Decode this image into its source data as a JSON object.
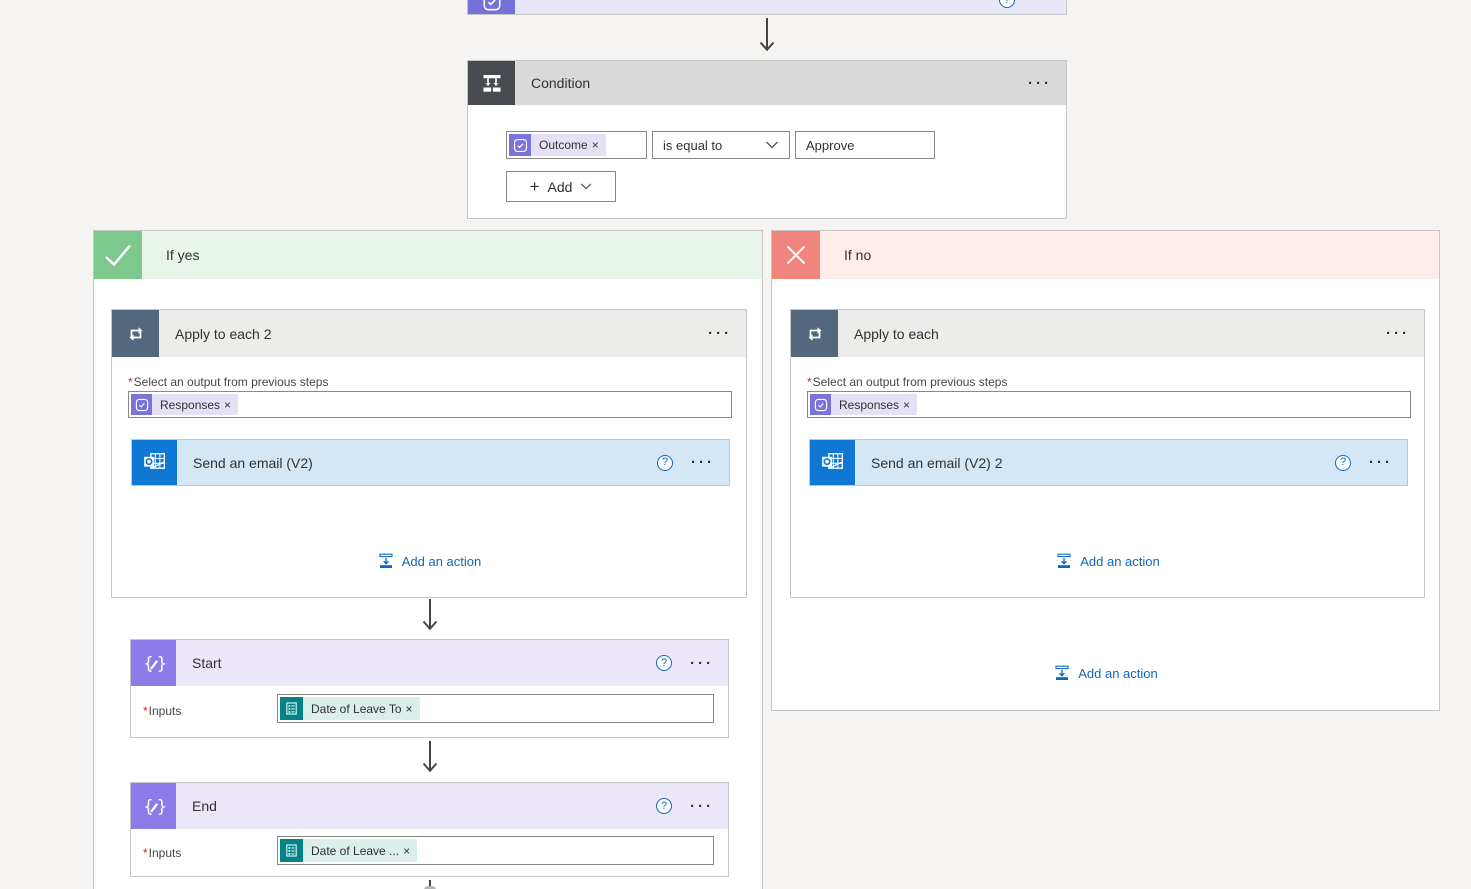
{
  "icons": {
    "plus": "+",
    "ellipsis": "···",
    "help": "?",
    "remove": "×"
  },
  "trigger_card": {
    "help": "?"
  },
  "condition_card": {
    "title": "Condition",
    "menu": "···",
    "operand_token": "Outcome",
    "operand_remove": "×",
    "operator_value": "is equal to",
    "value": "Approve",
    "add_label": "Add"
  },
  "if_yes": {
    "label": "If yes",
    "apply_card": {
      "title": "Apply to each 2",
      "menu": "···",
      "required": "*",
      "select_label": "Select an output from previous steps",
      "token": "Responses",
      "token_remove": "×",
      "email_card": {
        "title": "Send an email (V2)",
        "help": "?",
        "menu": "···"
      },
      "add_action_label": "Add an action"
    },
    "start_card": {
      "title": "Start",
      "help": "?",
      "menu": "···",
      "required": "*",
      "inputs_label": "Inputs",
      "token": "Date of Leave To",
      "token_remove": "×"
    },
    "end_card": {
      "title": "End",
      "help": "?",
      "menu": "···",
      "required": "*",
      "inputs_label": "Inputs",
      "token": "Date of Leave ...",
      "token_remove": "×"
    }
  },
  "if_no": {
    "label": "If no",
    "apply_card": {
      "title": "Apply to each",
      "menu": "···",
      "required": "*",
      "select_label": "Select an output from previous steps",
      "token": "Responses",
      "token_remove": "×",
      "email_card": {
        "title": "Send an email (V2) 2",
        "help": "?",
        "menu": "···"
      },
      "add_action_label": "Add an action"
    },
    "add_action_label": "Add an action"
  },
  "colors": {
    "canvas_bg": "#f5f4f2",
    "outlook_blue": "#0f78d4",
    "link_blue": "#1166bb",
    "approvals_purple": "#7a74da",
    "trigger_purple": "#7471d9",
    "dataops_purple": "#8d7bea",
    "forms_teal": "#038387",
    "loop_slate": "#53687c",
    "condition_gray": "#474b50",
    "yes_green": "#7dc98d",
    "no_red": "#f1847c",
    "required_red": "#c02b2b"
  }
}
